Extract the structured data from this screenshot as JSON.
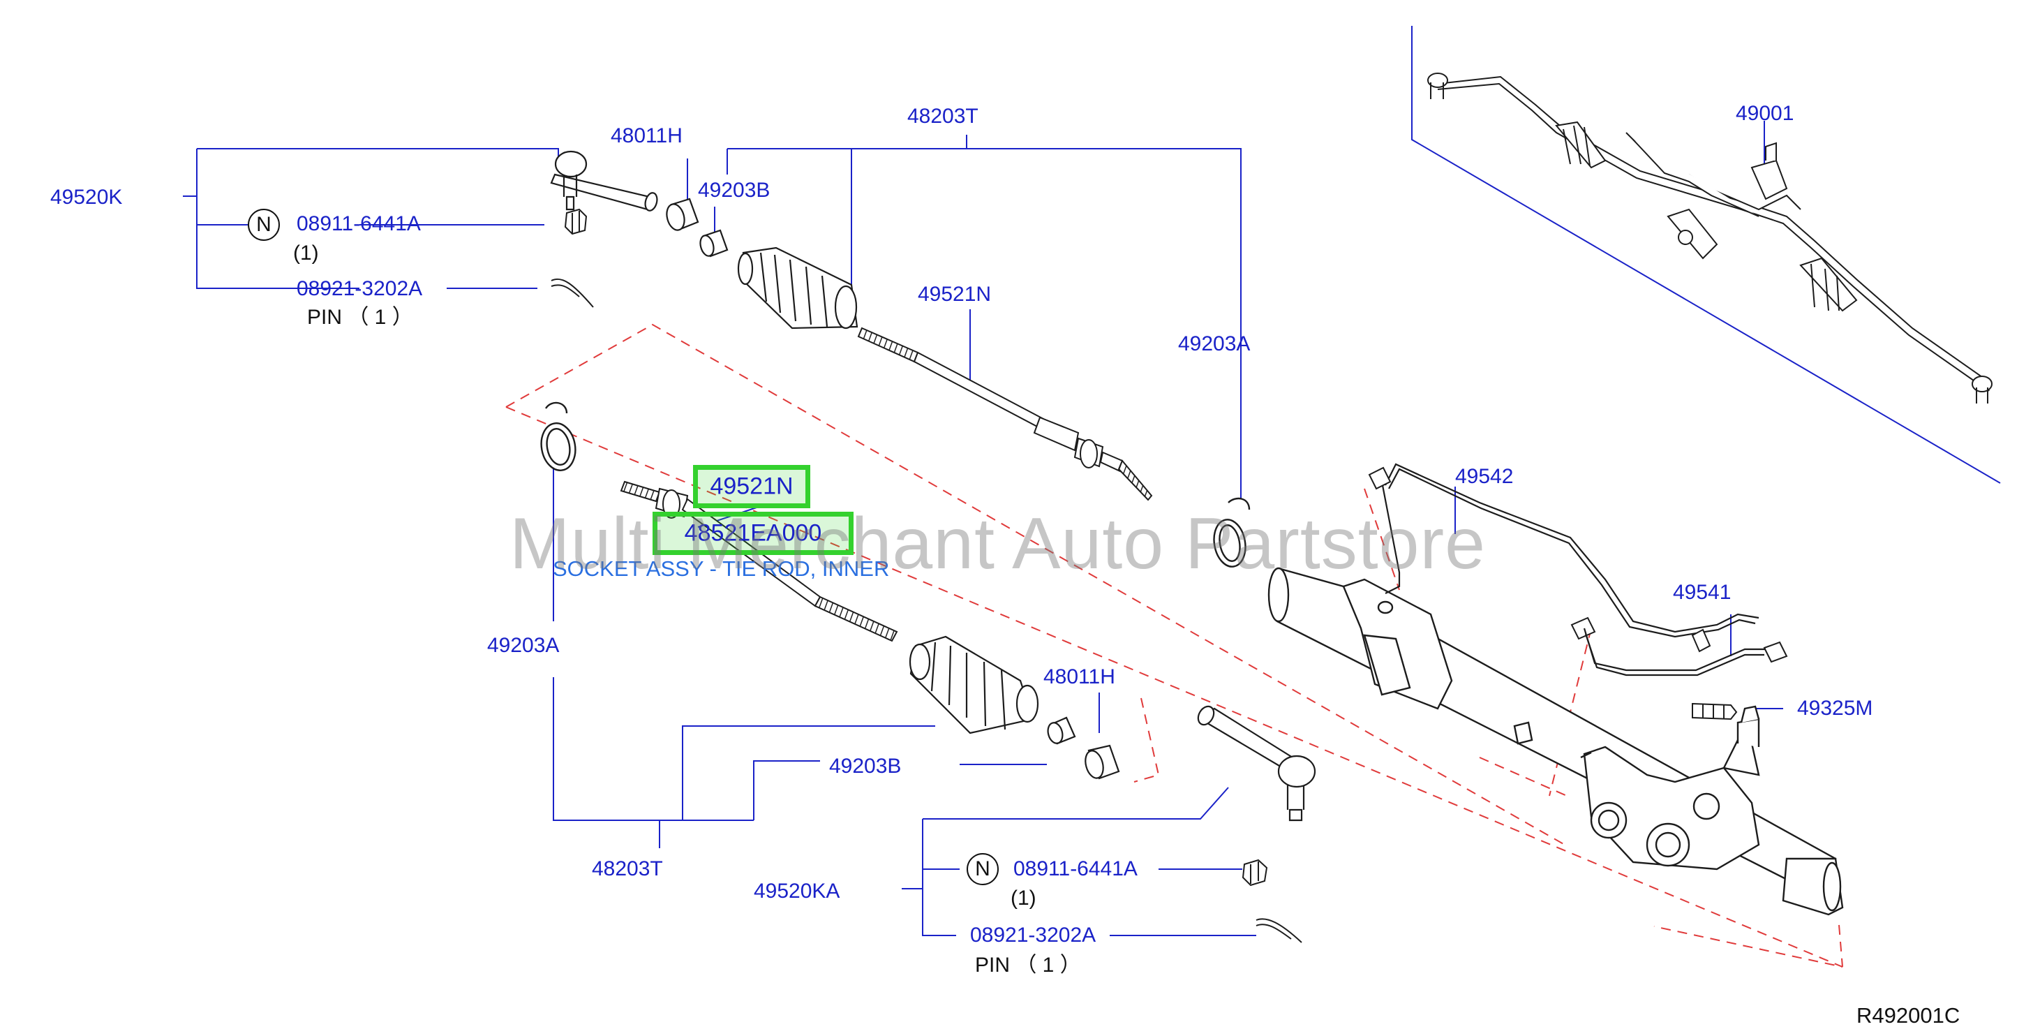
{
  "labels": {
    "p49520K": "49520K",
    "p08911_a": "08911-6441A",
    "qty1_a": "(1)",
    "p08921_a": "08921-3202A",
    "pin_a": "PIN （ 1 ）",
    "p48011H_a": "48011H",
    "p49203B_a": "49203B",
    "p48203T_a": "48203T",
    "p49521N_a": "49521N",
    "p49203A_a": "49203A",
    "p49001": "49001",
    "p49542": "49542",
    "p49541": "49541",
    "p49325M": "49325M",
    "p49203A_b": "49203A",
    "p48011H_b": "48011H",
    "p49203B_b": "49203B",
    "p48203T_b": "48203T",
    "p49520KA": "49520KA",
    "p08911_b": "08911-6441A",
    "qty1_b": "(1)",
    "p08921_b": "08921-3202A",
    "pin_b": "PIN （ 1 ）",
    "n_a": "N",
    "n_b": "N"
  },
  "highlight": {
    "part_no": "49521N",
    "oem_no": "48521EA000",
    "description": "SOCKET ASSY - TIE ROD, INNER"
  },
  "watermark": "Multi Merchant Auto Partstore",
  "reference_code": "R492001C",
  "colors": {
    "label_blue": "#1a22c8",
    "highlight_green": "#34d12e",
    "desc_blue": "#2a6fe0",
    "dashed_red": "#e03a3a",
    "outline": "#1c1c1c"
  }
}
